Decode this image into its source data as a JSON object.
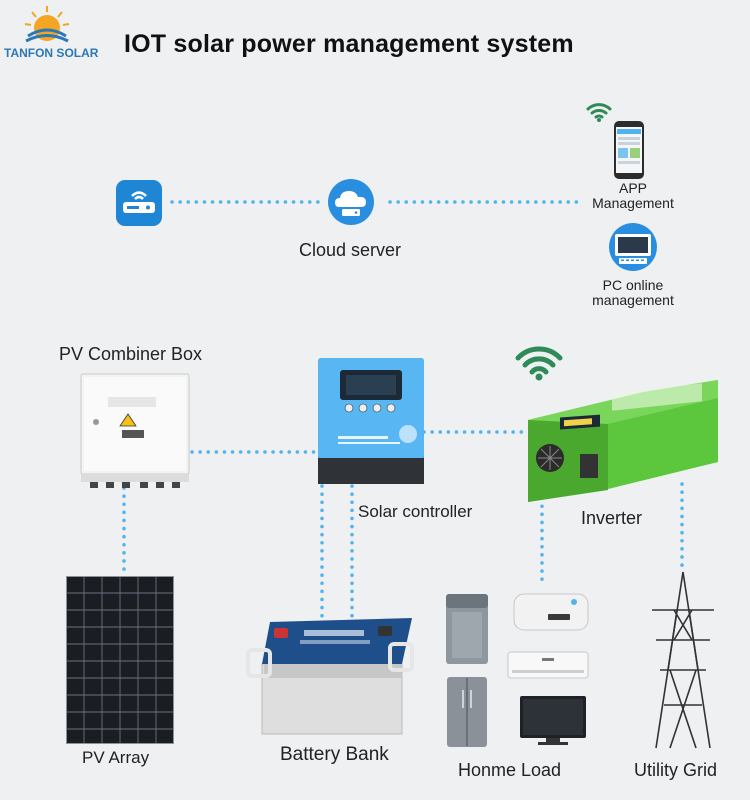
{
  "header": {
    "brand": "TANFON SOLAR",
    "title": "IOT solar power management system"
  },
  "cloud": {
    "label": "Cloud server"
  },
  "remote": {
    "app_line1": "APP",
    "app_line2": "Management",
    "pc_line1": "PC online",
    "pc_line2": "management"
  },
  "devices": {
    "combiner_label": "PV Combiner Box",
    "controller_label": "Solar controller",
    "inverter_label": "Inverter"
  },
  "bottom": {
    "pv_array": "PV Array",
    "battery": "Battery Bank",
    "home_load": "Honme Load",
    "grid": "Utility Grid"
  },
  "colors": {
    "dots": "#4fb4ee",
    "accent_blue": "#1e7fd0",
    "inverter_green": "#5cc63c",
    "wifi_green": "#2e8b57"
  }
}
